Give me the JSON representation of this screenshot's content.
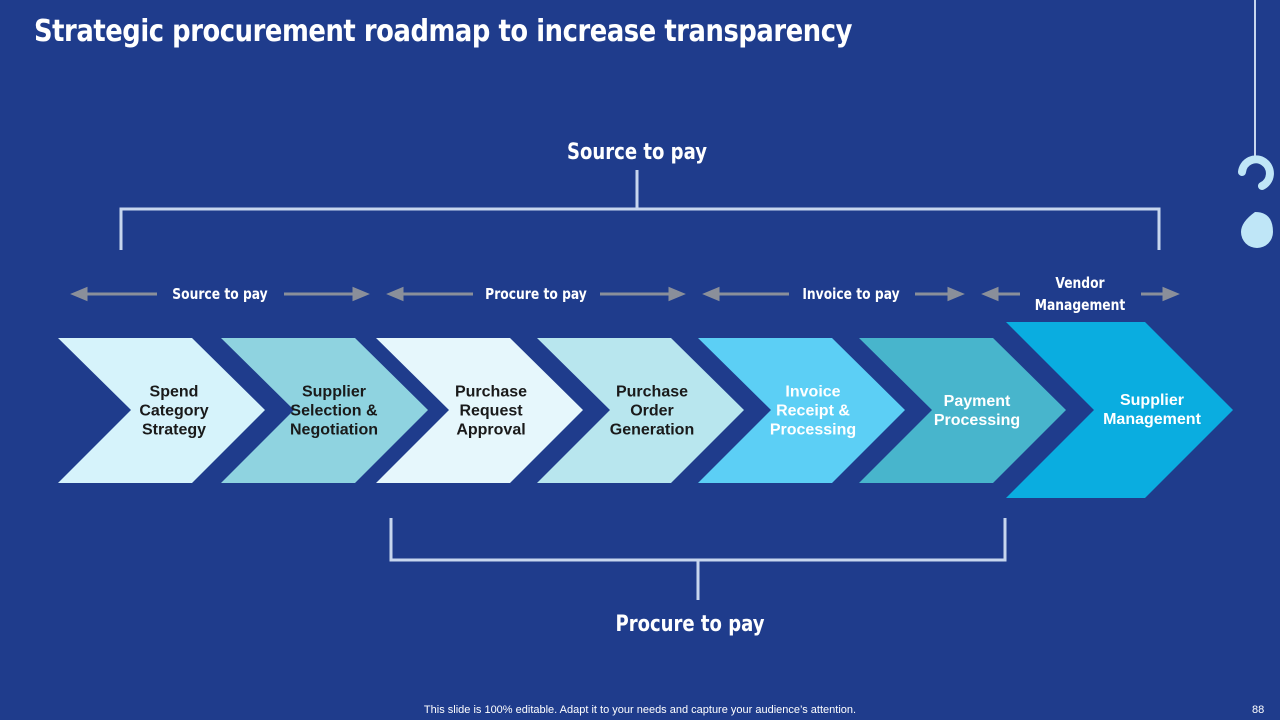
{
  "title": "Strategic procurement roadmap to increase transparency",
  "top_bracket_label": "Source to pay",
  "bottom_bracket_label": "Procure to pay",
  "phases": [
    {
      "label": "Source to pay"
    },
    {
      "label": "Procure to pay"
    },
    {
      "label": "Invoice to pay"
    },
    {
      "label_line1": "Vendor",
      "label_line2": "Management"
    }
  ],
  "steps": [
    {
      "line1": "Spend",
      "line2": "Category",
      "line3": "Strategy",
      "color": "#d6f3fb",
      "text_color": "#1a1a1a"
    },
    {
      "line1": "Supplier",
      "line2": "Selection &",
      "line3": "Negotiation",
      "color": "#8fd3e0",
      "text_color": "#1a1a1a"
    },
    {
      "line1": "Purchase",
      "line2": "Request",
      "line3": "Approval",
      "color": "#e6f7fc",
      "text_color": "#1a1a1a"
    },
    {
      "line1": "Purchase",
      "line2": "Order",
      "line3": "Generation",
      "color": "#b8e6ee",
      "text_color": "#1a1a1a"
    },
    {
      "line1": "Invoice",
      "line2": "Receipt &",
      "line3": "Processing",
      "color": "#5ccff5",
      "text_color": "#ffffff"
    },
    {
      "line1": "Payment",
      "line2": "Processing",
      "color": "#48b5cc",
      "text_color": "#ffffff"
    },
    {
      "line1": "Supplier",
      "line2": "Management",
      "color": "#0aade0",
      "text_color": "#ffffff"
    }
  ],
  "footer": "This slide is 100% editable. Adapt it to your needs and capture your audience’s attention.",
  "page_number": "88",
  "colors": {
    "background": "#1f3c8c",
    "bracket_line": "#c7d6ee",
    "arrow_gray": "#8a8f9a",
    "decor_light_blue": "#bfe6f7"
  },
  "decor_icon": "hanging-hook-drop-icon"
}
